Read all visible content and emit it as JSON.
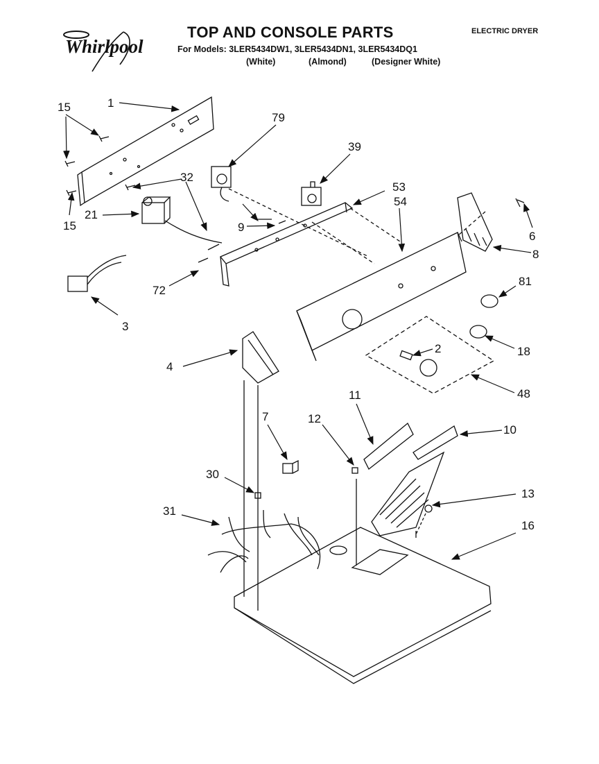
{
  "header": {
    "brand": "Whirlpool",
    "title": "TOP AND CONSOLE PARTS",
    "models_line": "For Models: 3LER5434DW1, 3LER5434DN1, 3LER5434DQ1",
    "variants": [
      "(White)",
      "(Almond)",
      "(Designer White)"
    ],
    "document_type": "ELECTRIC DRYER"
  },
  "callouts": [
    "15",
    "1",
    "79",
    "39",
    "53",
    "54",
    "32",
    "21",
    "9",
    "15",
    "8",
    "6",
    "81",
    "72",
    "3",
    "18",
    "2",
    "4",
    "48",
    "11",
    "10",
    "7",
    "12",
    "30",
    "13",
    "31",
    "16"
  ]
}
